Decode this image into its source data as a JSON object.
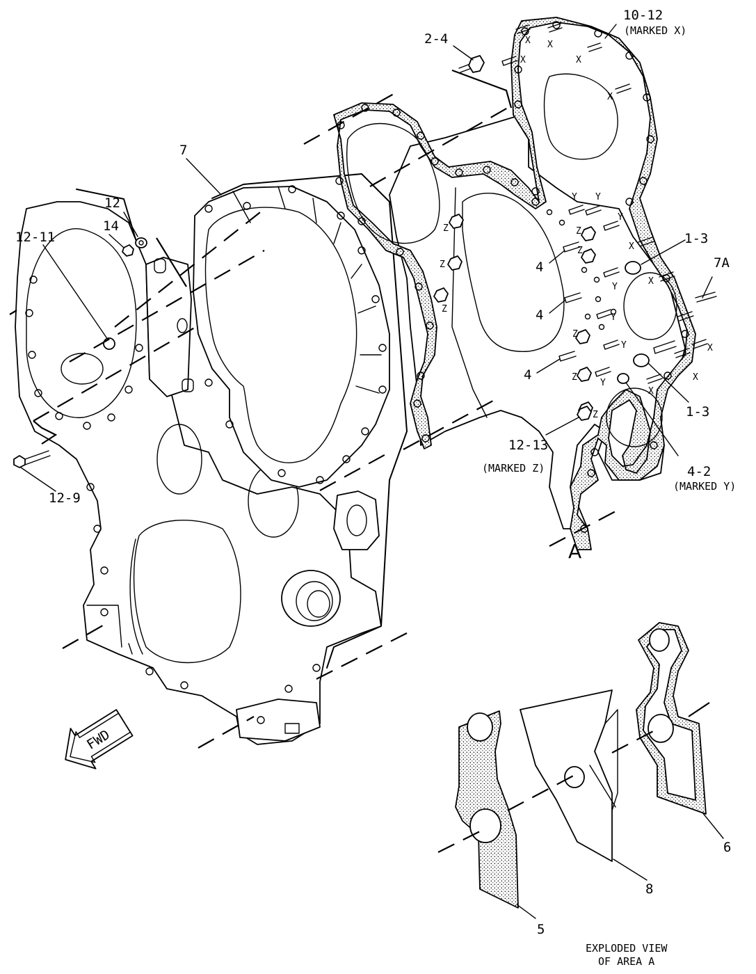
{
  "callouts": {
    "c_2_4": "2-4",
    "c_10_12": "10-12",
    "c_10_12_note": "(MARKED X)",
    "c_7": "7",
    "c_12": "12",
    "c_14": "14",
    "c_12_11": "12-11",
    "c_1_3_top": "1-3",
    "c_7a": "7A",
    "c_4_a": "4",
    "c_4_b": "4",
    "c_4_c": "4",
    "c_1_3_bottom": "1-3",
    "c_12_13": "12-13",
    "c_12_13_note": "(MARKED Z)",
    "c_4_2": "4-2",
    "c_4_2_note": "(MARKED Y)",
    "c_12_9": "12-9",
    "c_5": "5",
    "c_6": "6",
    "c_8": "8"
  },
  "marks": {
    "x": "X",
    "y": "Y",
    "z": "Z"
  },
  "view_label": "A",
  "fwd_label": "FWD",
  "exploded_caption": {
    "line1": "EXPLODED VIEW",
    "line2": "OF AREA A"
  }
}
